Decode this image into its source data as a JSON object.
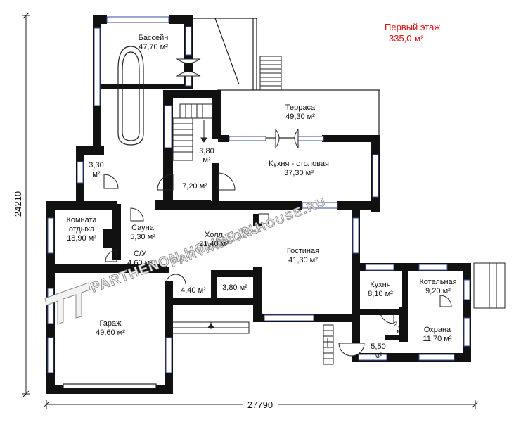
{
  "title": {
    "floor": "Первый этаж",
    "area": "335,0 м²"
  },
  "dimensions": {
    "width": "27790",
    "height": "24210"
  },
  "watermark": {
    "primary": "PARTHENON-HOUSE.RU",
    "secondary": "PARTHENON-HOUSE.RU"
  },
  "rooms": {
    "pool": {
      "name": "Бассейн",
      "area": "47,70 м²"
    },
    "terrace": {
      "name": "Терраса",
      "area": "49,30 м²"
    },
    "stair": {
      "area": "3,80",
      "unit": "м²"
    },
    "kitchen_dining": {
      "name": "Кухня - столовая",
      "area": "37,30 м²"
    },
    "small_wc": {
      "area": "3,30",
      "unit": "м²"
    },
    "vestibule": {
      "area": "7,20 м²"
    },
    "lounge": {
      "name1": "Комната",
      "name2": "отдыха",
      "area": "18,90 м²"
    },
    "sauna": {
      "name": "Сауна",
      "area": "5,30 м²"
    },
    "hall": {
      "name": "Холл",
      "area": "21,40 м²"
    },
    "living": {
      "name": "Гостиная",
      "area": "41,30 м²"
    },
    "bath": {
      "name": "С/У",
      "area": "4,60 м²"
    },
    "lobby": {
      "area": "4,40 м²"
    },
    "storage": {
      "area": "3,80 м²"
    },
    "garage": {
      "name": "Гараж",
      "area": "49,60 м²"
    },
    "kitchen": {
      "name": "Кухня",
      "area": "8,10 м²"
    },
    "boiler": {
      "name": "Котельная",
      "area": "9,20 м²"
    },
    "wc2": {
      "area": "2,60",
      "unit": "м²"
    },
    "guard": {
      "name": "Охрана",
      "area": "11,70 м²"
    },
    "porch": {
      "area": "5,50",
      "unit": "м²"
    }
  }
}
